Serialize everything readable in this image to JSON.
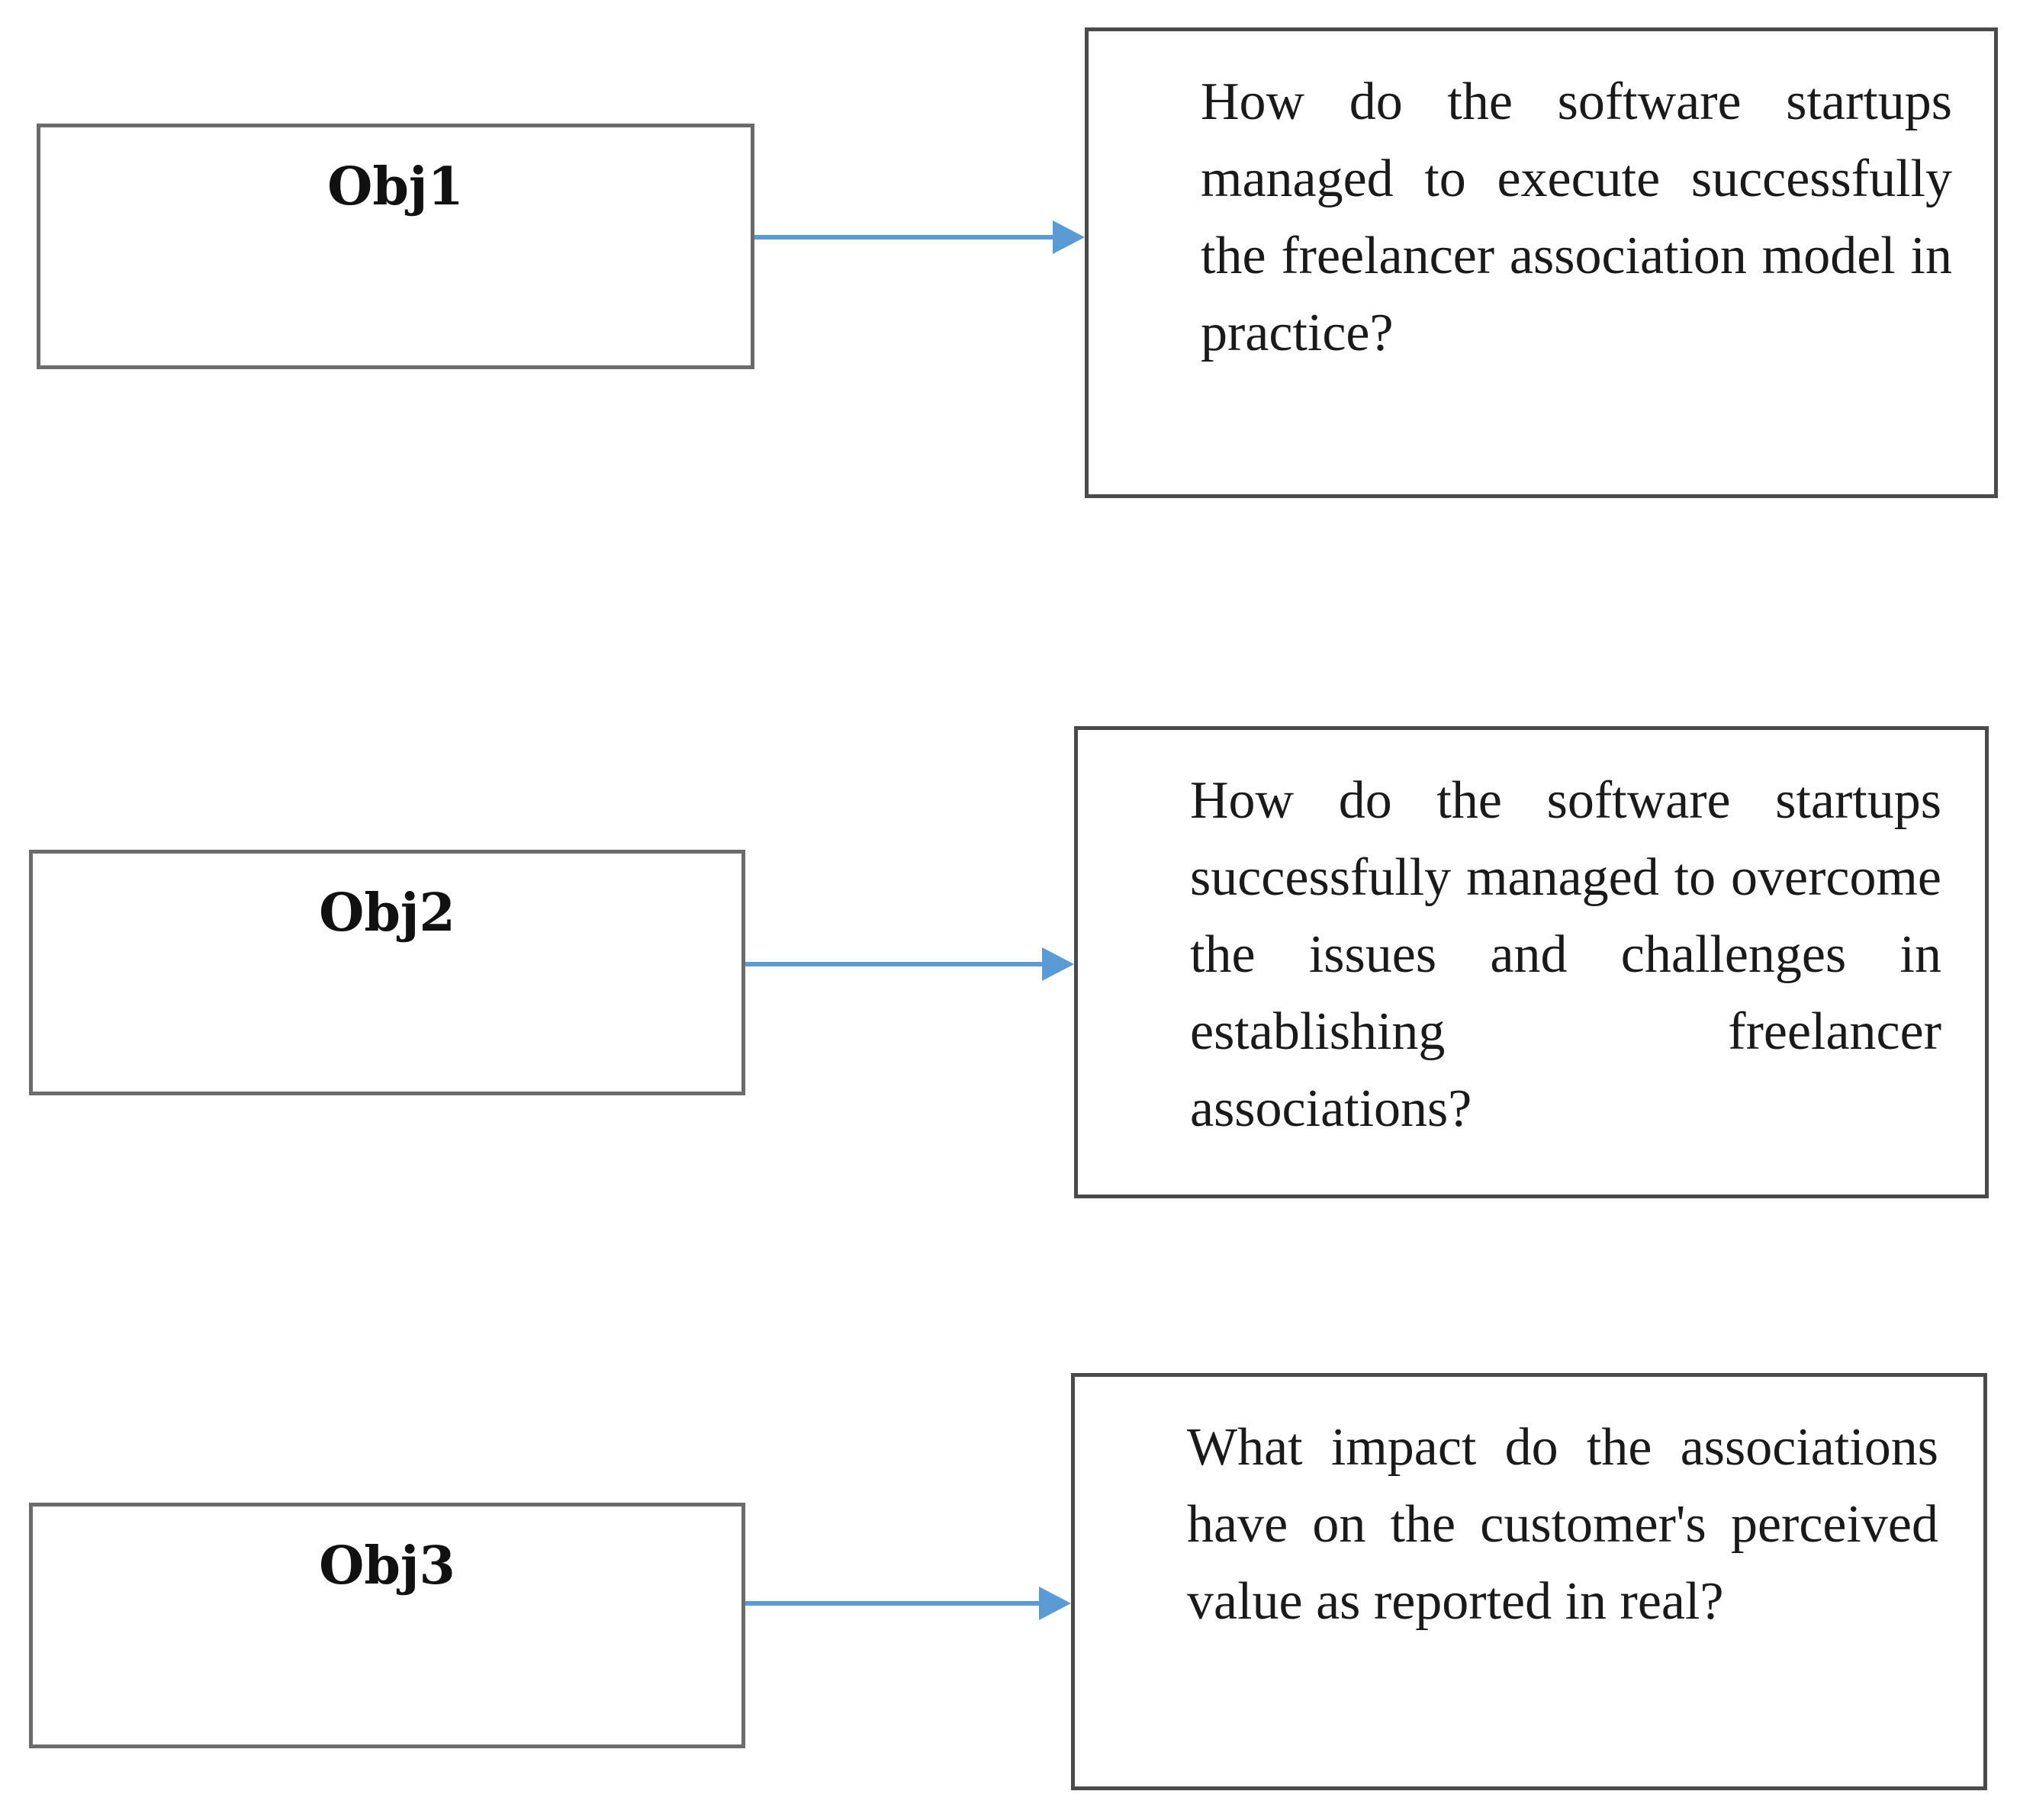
{
  "objectives": [
    {
      "label": "Obj1",
      "question": "How do the software startups managed to execute successfully the freelancer association model in practice?"
    },
    {
      "label": "Obj2",
      "question": "How do the software startups successfully managed to overcome the issues and challenges in establishing freelancer associations?"
    },
    {
      "label": "Obj3",
      "question": "What impact do the associations have on the customer's perceived value as reported in real?"
    }
  ],
  "colors": {
    "arrow": "#5b9bd5",
    "box_border": "#5a5a5a"
  }
}
